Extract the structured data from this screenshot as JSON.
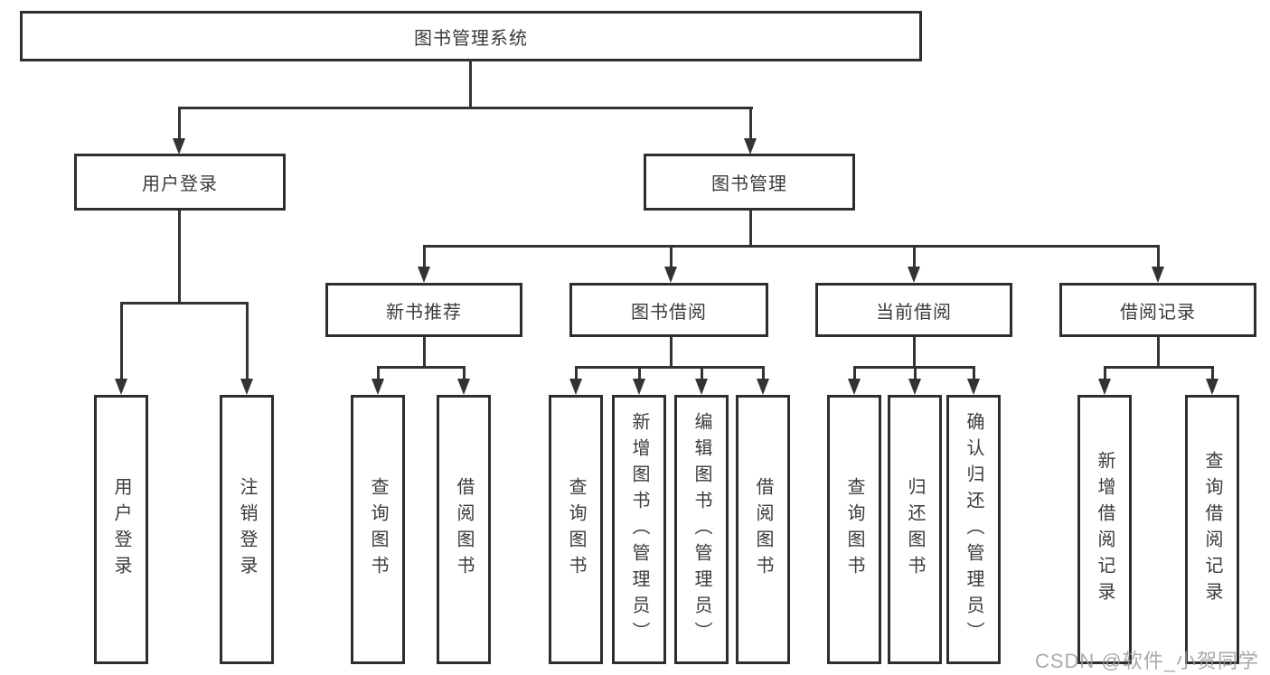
{
  "tree": {
    "label": "图书管理系统",
    "children": [
      {
        "label": "用户登录",
        "children": [
          {
            "label": "用户登录"
          },
          {
            "label": "注销登录"
          }
        ]
      },
      {
        "label": "图书管理",
        "children": [
          {
            "label": "新书推荐",
            "children": [
              {
                "label": "查询图书"
              },
              {
                "label": "借阅图书"
              }
            ]
          },
          {
            "label": "图书借阅",
            "children": [
              {
                "label": "查询图书"
              },
              {
                "label": "新增图书（管理员）"
              },
              {
                "label": "编辑图书（管理员）"
              },
              {
                "label": "借阅图书"
              }
            ]
          },
          {
            "label": "当前借阅",
            "children": [
              {
                "label": "查询图书"
              },
              {
                "label": "归还图书"
              },
              {
                "label": "确认归还（管理员）"
              }
            ]
          },
          {
            "label": "借阅记录",
            "children": [
              {
                "label": "新增借阅记录"
              },
              {
                "label": "查询借阅记录"
              }
            ]
          }
        ]
      }
    ]
  },
  "watermark": {
    "text": "CSDN @软件_小贺同学"
  },
  "colors": {
    "line": "#333333",
    "box_border": "#2e2e2e",
    "text": "#3b3b3b",
    "watermark": "#9b9b9b",
    "background": "#ffffff"
  }
}
